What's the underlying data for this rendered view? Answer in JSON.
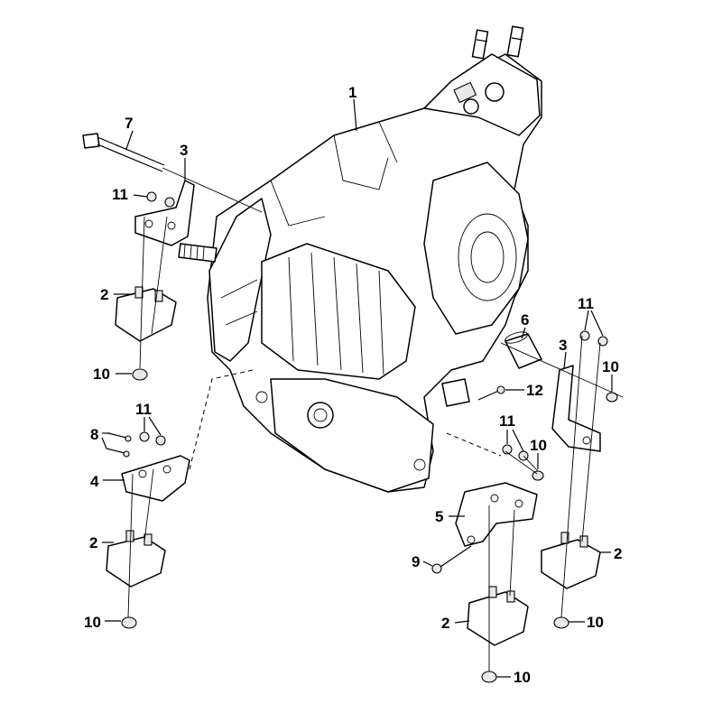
{
  "diagram": {
    "callouts": [
      {
        "id": "c1",
        "text": "1"
      },
      {
        "id": "c7",
        "text": "7"
      },
      {
        "id": "c3a",
        "text": "3"
      },
      {
        "id": "c11a",
        "text": "11"
      },
      {
        "id": "c2a",
        "text": "2"
      },
      {
        "id": "c10a",
        "text": "10"
      },
      {
        "id": "c11b",
        "text": "11"
      },
      {
        "id": "c8",
        "text": "8"
      },
      {
        "id": "c4",
        "text": "4"
      },
      {
        "id": "c2b",
        "text": "2"
      },
      {
        "id": "c10b",
        "text": "10"
      },
      {
        "id": "c6",
        "text": "6"
      },
      {
        "id": "c11c",
        "text": "11"
      },
      {
        "id": "c3b",
        "text": "3"
      },
      {
        "id": "c10c",
        "text": "10"
      },
      {
        "id": "c12",
        "text": "12"
      },
      {
        "id": "c11d",
        "text": "11"
      },
      {
        "id": "c10d",
        "text": "10"
      },
      {
        "id": "c5",
        "text": "5"
      },
      {
        "id": "c9",
        "text": "9"
      },
      {
        "id": "c2c",
        "text": "2"
      },
      {
        "id": "c2d",
        "text": "2"
      },
      {
        "id": "c10e",
        "text": "10"
      },
      {
        "id": "c10f",
        "text": "10"
      }
    ]
  }
}
